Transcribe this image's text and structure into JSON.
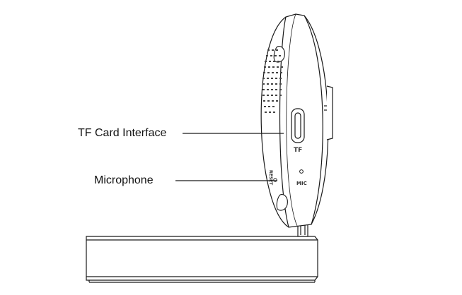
{
  "callouts": [
    {
      "id": "tf-card",
      "label": "TF Card Interface"
    },
    {
      "id": "microphone",
      "label": "Microphone"
    }
  ],
  "device_markings": {
    "tf_port": "TF",
    "mic_hole": "MIC",
    "reset_button": "RESET"
  },
  "colors": {
    "line": "#1a1a1a",
    "background": "#ffffff",
    "speaker_dots": "#444444"
  }
}
